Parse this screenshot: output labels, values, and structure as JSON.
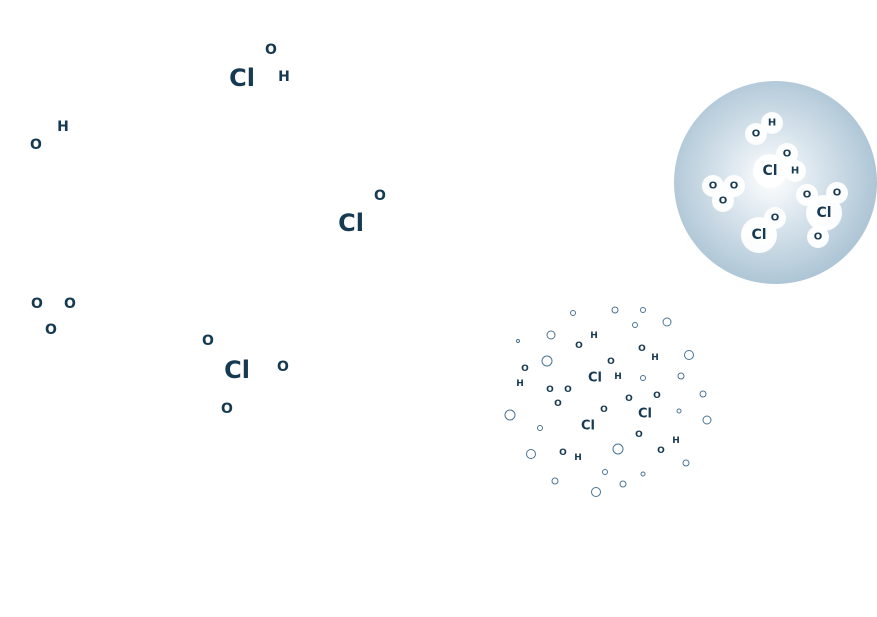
{
  "colors": {
    "text": "#163a52",
    "bubble_stroke": "#4a7494",
    "sphere_light": "#ffffff",
    "sphere_dark": "#93b0c4"
  },
  "molecules": {
    "hypochlorous_acid": {
      "o": "O",
      "cl": "Cl",
      "h": "H"
    },
    "hydroxyl": {
      "o": "O",
      "h": "H"
    },
    "chlorine_monoxide": {
      "cl": "Cl",
      "o": "O"
    },
    "ozone": {
      "o1": "O",
      "o2": "O",
      "o3": "O"
    },
    "chlorine_trioxide": {
      "o1": "O",
      "cl": "Cl",
      "o2": "O",
      "o3": "O"
    }
  },
  "dense_sphere": {
    "labels": [
      "H",
      "O",
      "O",
      "Cl",
      "H",
      "O",
      "O",
      "O",
      "O",
      "O",
      "Cl",
      "O",
      "Cl",
      "O"
    ]
  },
  "sparse_cluster": {
    "labels": [
      "H",
      "O",
      "O",
      "O",
      "H",
      "O",
      "H",
      "Cl",
      "H",
      "O",
      "O",
      "O",
      "O",
      "O",
      "O",
      "Cl",
      "Cl",
      "O",
      "H",
      "O",
      "O",
      "H"
    ]
  }
}
